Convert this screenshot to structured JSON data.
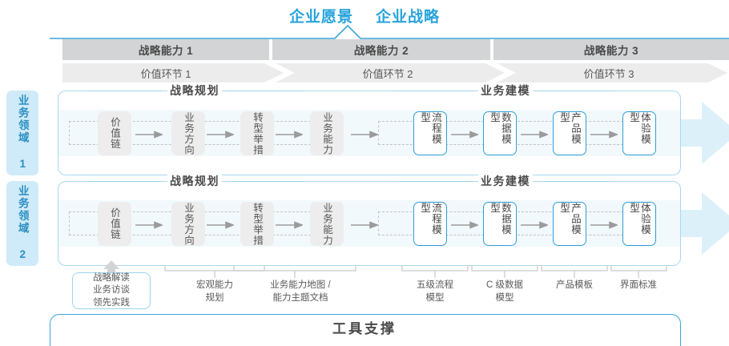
{
  "header": {
    "titles": [
      "企业愿景",
      "企业战略"
    ],
    "accent_color": "#29a3dc"
  },
  "capability_band": {
    "cells": [
      "战略能力 1",
      "战略能力 2",
      "战略能力 3"
    ],
    "bg_color": "#d2d4d5",
    "text_color": "#4a4a4a"
  },
  "value_chain_band": {
    "cells": [
      "价值环节 1",
      "价值环节 2",
      "价值环节 3"
    ],
    "bg_color": "#ececec",
    "text_color": "#585858"
  },
  "domains": [
    {
      "label": "业务领域 1",
      "tab_color": "#cfeaf8",
      "text_color": "#2b8fc4"
    },
    {
      "label": "业务领域 2",
      "tab_color": "#cfeaf8",
      "text_color": "#2b8fc4"
    }
  ],
  "sections": {
    "planning_label": "战略规划",
    "modeling_label": "业务建模"
  },
  "nodes": {
    "planning": [
      "价值链",
      "业务方向",
      "转型举措",
      "业务能力"
    ],
    "modeling": [
      "流程模型",
      "数据模型",
      "产品模型",
      "体验模型"
    ]
  },
  "tools": {
    "boxed": "战略解读\n业务访谈\n领先实践",
    "items": [
      "宏观能力\n规划",
      "业务能力地图 /\n能力主题文档",
      "五级流程\n模型",
      "C 级数据\n模型",
      "产品模板",
      "界面标准"
    ]
  },
  "footer": {
    "title": "工具支撑",
    "border_color": "#3aa5da"
  }
}
